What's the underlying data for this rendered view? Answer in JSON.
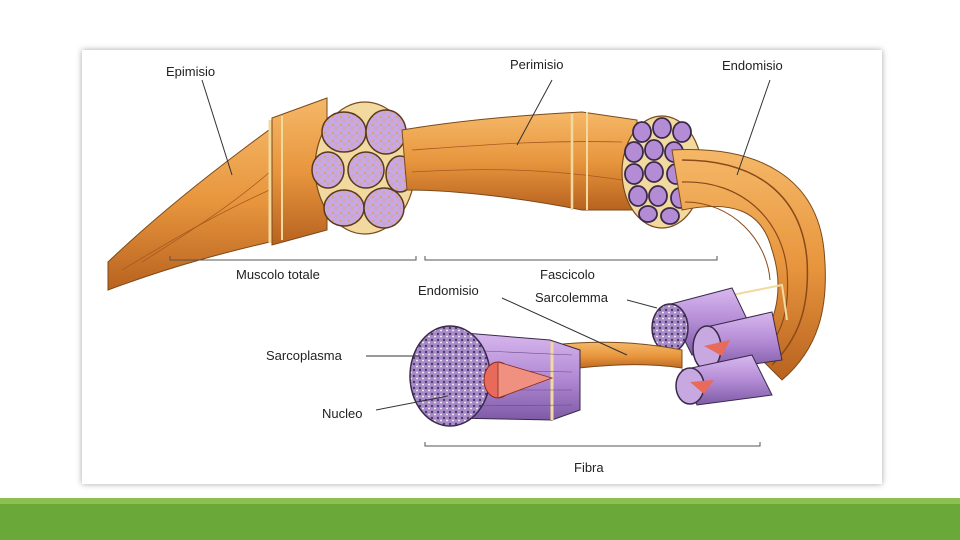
{
  "labels": {
    "epimisio": "Epimisio",
    "perimisio": "Perimisio",
    "endomisio_top": "Endomisio",
    "muscolo_totale": "Muscolo totale",
    "fascicolo": "Fascicolo",
    "endomisio_mid": "Endomisio",
    "sarcolemma": "Sarcolemma",
    "sarcoplasma": "Sarcoplasma",
    "nucleo": "Nucleo",
    "fibra": "Fibra"
  },
  "colors": {
    "muscle": "#e8963e",
    "muscle_dark": "#c9732a",
    "sheath": "#f2d9a0",
    "fiber_purple": "#b48cd6",
    "fiber_dark": "#7a5a9a",
    "nucleus": "#e86a5a",
    "bar_green": "#6aa83a"
  }
}
